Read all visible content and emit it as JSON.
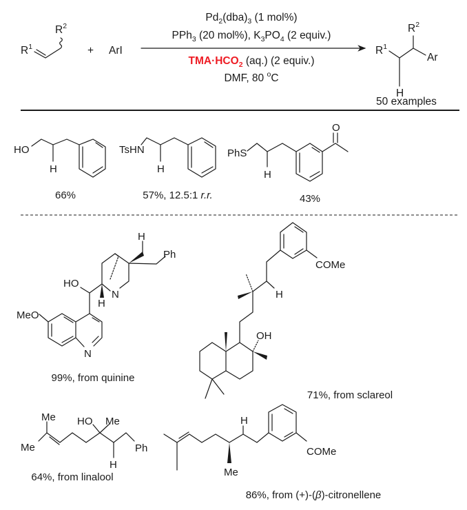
{
  "scheme": {
    "reactant": {
      "r1": "R",
      "r1_sup": "1",
      "r2": "R",
      "r2_sup": "2"
    },
    "plus": "+",
    "aryl_iodide": "ArI",
    "conditions": {
      "line1": {
        "a": "Pd",
        "a_sub": "2",
        "b": "(dba)",
        "b_sub": "3",
        "c": " (1 mol%)"
      },
      "line2": {
        "a": "PPh",
        "a_sub": "3",
        "b": " (20 mol%), K",
        "b_sub": "3",
        "c": "PO",
        "c_sub": "4",
        "d": " (2 equiv.)"
      },
      "line3": {
        "reagent": "TMA·HCO",
        "reagent_sub": "2",
        "rest": " (aq.) (2 equiv.)",
        "reagent_color": "#ee1c24"
      },
      "line4": {
        "a": "DMF, 80 ",
        "deg": "o",
        "b": "C"
      }
    },
    "product": {
      "r1": "R",
      "r1_sup": "1",
      "r2": "R",
      "r2_sup": "2",
      "ar": "Ar",
      "h": "H"
    },
    "examples": "50 examples"
  },
  "examples_row1": [
    {
      "labels": {
        "ho": "HO",
        "h": "H"
      },
      "yield": "66%"
    },
    {
      "labels": {
        "tshn": "TsHN",
        "h": "H"
      },
      "yield": "57%, 12.5:1 ",
      "rr": "r.r."
    },
    {
      "labels": {
        "phs": "PhS",
        "h": "H",
        "o": "O"
      },
      "yield": "43%"
    }
  ],
  "quinine": {
    "labels": {
      "h_top": "H",
      "ph": "Ph",
      "ho": "HO",
      "n_bridge": "N",
      "h_low": "H",
      "meo": "MeO",
      "n_ring": "N"
    },
    "caption": "99%, from quinine"
  },
  "sclareol": {
    "labels": {
      "come": "COMe",
      "h": "H",
      "oh": "OH"
    },
    "caption": "71%, from sclareol"
  },
  "linalool": {
    "labels": {
      "me_top": "Me",
      "me_left": "Me",
      "ho": "HO",
      "me": "Me",
      "ph": "Ph",
      "h": "H"
    },
    "caption": "64%, from linalool"
  },
  "citronellene": {
    "labels": {
      "h": "H",
      "me": "Me",
      "come": "COMe"
    },
    "caption_a": "86%, from (+)-(",
    "caption_beta": "β",
    "caption_b": ")-citronellene"
  }
}
